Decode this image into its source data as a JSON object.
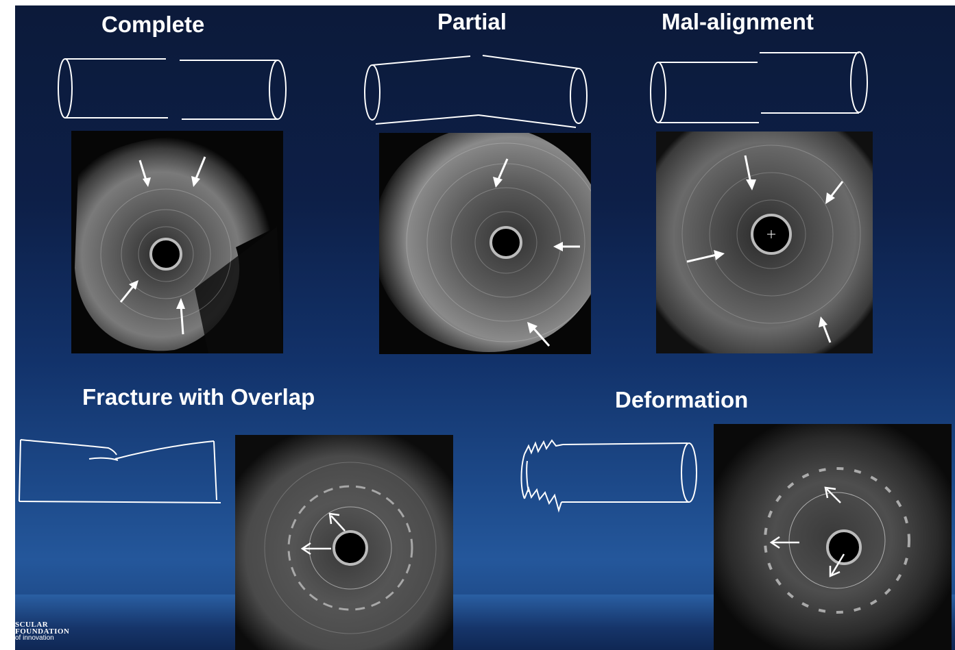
{
  "titles": {
    "complete": "Complete",
    "partial": "Partial",
    "malalignment": "Mal-alignment",
    "fracture_overlap": "Fracture with Overlap",
    "deformation": "Deformation"
  },
  "logo": {
    "line1": "SCULAR",
    "line2": "FOUNDATION",
    "line3": "of innovation"
  },
  "colors": {
    "background_top": "#0c1a3a",
    "background_bottom": "#24579b",
    "sketch_stroke": "#ffffff",
    "arrow": "#ffffff"
  },
  "panels": [
    {
      "id": "complete",
      "image": "ivus-ultrasound",
      "arrow_count": 4
    },
    {
      "id": "partial",
      "image": "ivus-ultrasound",
      "arrow_count": 3
    },
    {
      "id": "malalignment",
      "image": "ivus-ultrasound",
      "arrow_count": 4
    },
    {
      "id": "fracture_overlap",
      "image": "ivus-ultrasound",
      "arrow_count": 2
    },
    {
      "id": "deformation",
      "image": "ivus-ultrasound",
      "arrow_count": 3
    }
  ]
}
